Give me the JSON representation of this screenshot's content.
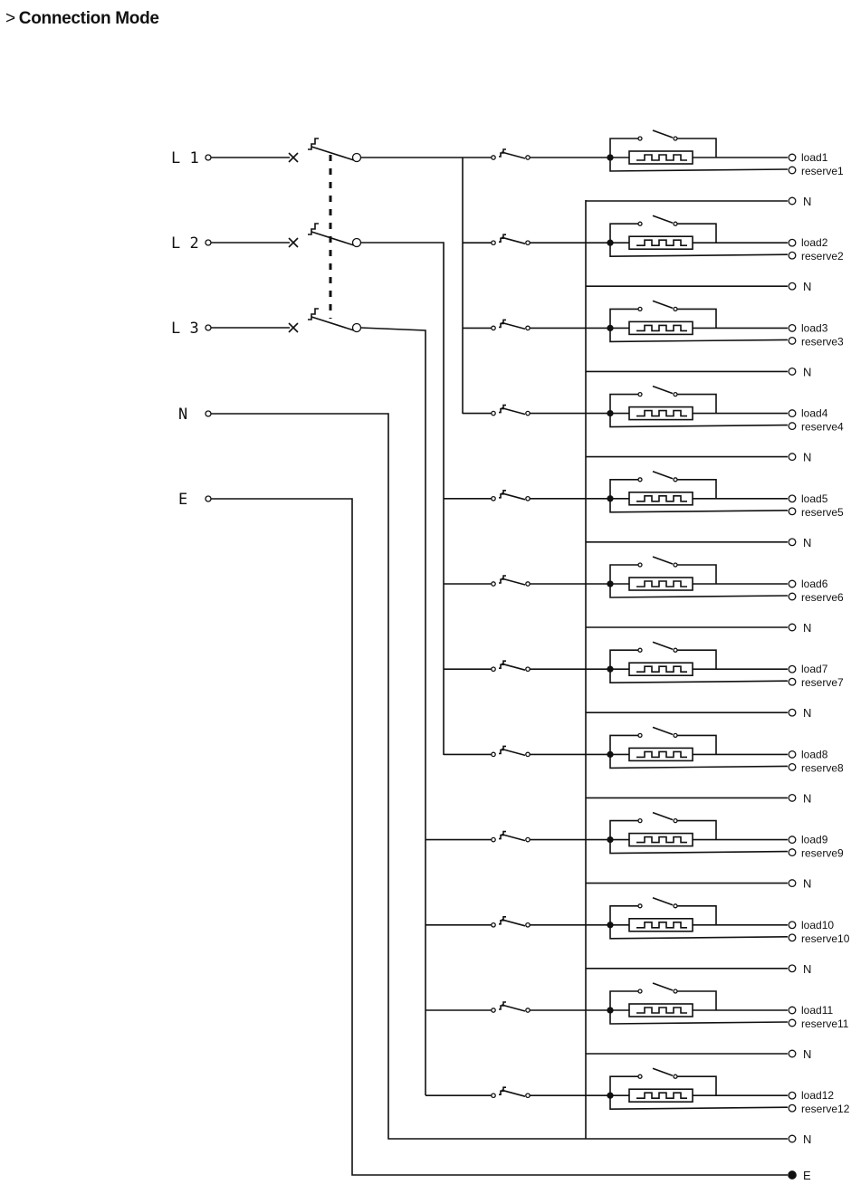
{
  "title": "Connection Mode",
  "inputs": [
    "L1",
    "L2",
    "L3",
    "N",
    "E"
  ],
  "outputs": [
    {
      "load": "load1",
      "reserve": "reserve1"
    },
    {
      "load": "load2",
      "reserve": "reserve2"
    },
    {
      "load": "load3",
      "reserve": "reserve3"
    },
    {
      "load": "load4",
      "reserve": "reserve4"
    },
    {
      "load": "load5",
      "reserve": "reserve5"
    },
    {
      "load": "load6",
      "reserve": "reserve6"
    },
    {
      "load": "load7",
      "reserve": "reserve7"
    },
    {
      "load": "load8",
      "reserve": "reserve8"
    },
    {
      "load": "load9",
      "reserve": "reserve9"
    },
    {
      "load": "load10",
      "reserve": "reserve10"
    },
    {
      "load": "load11",
      "reserve": "reserve11"
    },
    {
      "load": "load12",
      "reserve": "reserve12"
    }
  ],
  "neutral_label": "N",
  "earth_label": "E",
  "phase_assignment": [
    "L1",
    "L1",
    "L1",
    "L1",
    "L2",
    "L2",
    "L2",
    "L2",
    "L3",
    "L3",
    "L3",
    "L3"
  ]
}
